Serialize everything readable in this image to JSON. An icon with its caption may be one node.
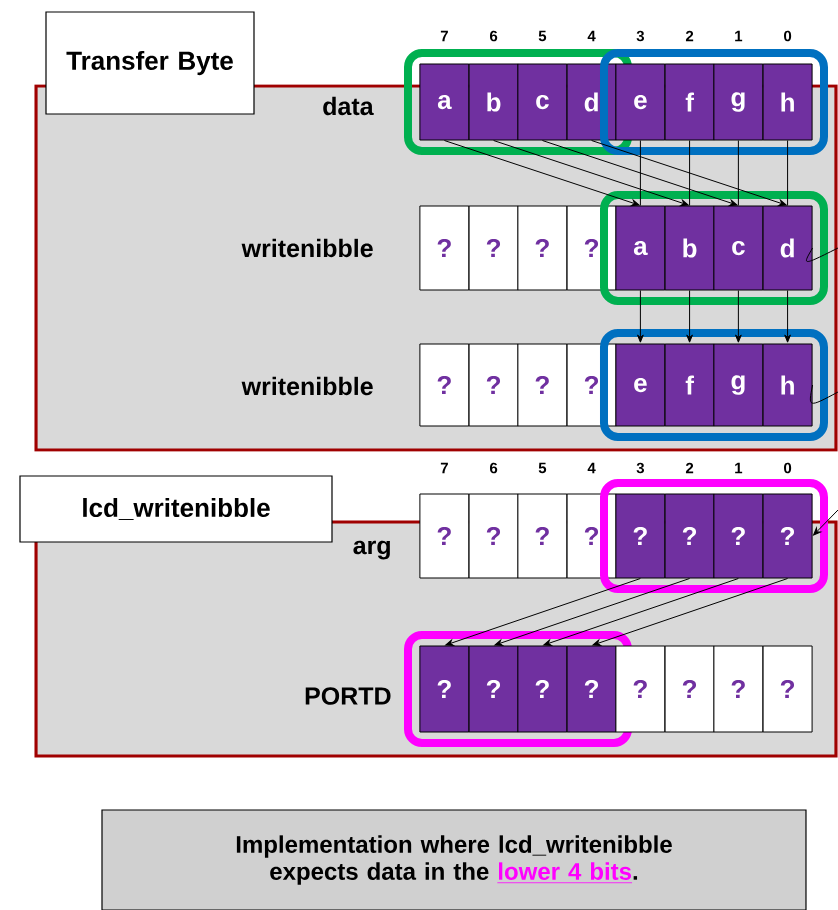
{
  "diagram": {
    "nodes": [
      {
        "text": [
          "Transfer Byte"
        ]
      },
      {
        "text": [],
        "shape": "box"
      },
      {
        "text": [
          "a"
        ],
        "in": 1
      },
      {
        "text": [
          "b"
        ],
        "in": 1
      },
      {
        "text": [
          "c"
        ],
        "in": 1
      },
      {
        "text": [
          "d"
        ],
        "in": 1
      },
      {
        "text": [],
        "shape": "box"
      },
      {
        "text": [
          "e"
        ],
        "in": 6
      },
      {
        "text": [
          "f"
        ],
        "in": 6
      },
      {
        "text": [
          "g"
        ],
        "in": 6
      },
      {
        "text": [
          "h"
        ],
        "in": 6
      },
      {
        "text": [
          "?"
        ],
        "in": 0
      },
      {
        "text": [
          "?"
        ],
        "in": 0
      },
      {
        "text": [
          "?"
        ],
        "in": 0
      },
      {
        "text": [
          "?"
        ],
        "in": 0
      },
      {
        "text": [],
        "shape": "box",
        "in": 0
      },
      {
        "text": [
          "a"
        ],
        "in": 15
      },
      {
        "text": [
          "b"
        ],
        "in": 15
      },
      {
        "text": [
          "c"
        ],
        "in": 15
      },
      {
        "text": [
          "d"
        ],
        "in": 15
      },
      {
        "text": [
          "?"
        ],
        "in": 0
      },
      {
        "text": [
          "?"
        ],
        "in": 0
      },
      {
        "text": [
          "?"
        ],
        "in": 0
      },
      {
        "text": [
          "?"
        ],
        "in": 0
      },
      {
        "text": [],
        "shape": "box",
        "in": 0
      },
      {
        "text": [
          "e"
        ],
        "in": 24
      },
      {
        "text": [
          "f"
        ],
        "in": 24
      },
      {
        "text": [
          "g"
        ],
        "in": 24
      },
      {
        "text": [
          "h"
        ],
        "in": 24
      },
      {
        "text": [
          "lcd_writenibble"
        ]
      },
      {
        "text": [
          "?"
        ]
      },
      {
        "text": [
          "?"
        ]
      },
      {
        "text": [
          "?"
        ]
      },
      {
        "text": [
          "?"
        ]
      },
      {
        "text": [],
        "shape": "box"
      },
      {
        "text": [
          "?"
        ],
        "in": 34
      },
      {
        "text": [
          "?"
        ],
        "in": 34
      },
      {
        "text": [
          "?"
        ],
        "in": 34
      },
      {
        "text": [
          "?"
        ],
        "in": 34
      },
      {
        "text": [],
        "shape": "box",
        "in": 29
      },
      {
        "text": [
          "?"
        ],
        "in": 39
      },
      {
        "text": [
          "?"
        ],
        "in": 39
      },
      {
        "text": [
          "?"
        ],
        "in": 39
      },
      {
        "text": [
          "?"
        ],
        "in": 39
      },
      {
        "text": [
          "?"
        ],
        "in": 29
      },
      {
        "text": [
          "?"
        ],
        "in": 29
      },
      {
        "text": [
          "?"
        ],
        "in": 29
      },
      {
        "text": [
          "?"
        ],
        "in": 29
      },
      {
        "text": [
          "Implementation where lcd_writenibble expects data in the",
          "lower 4 bits",
          "."
        ]
      }
    ],
    "edges": [
      {
        "from": 2,
        "to": 16,
        "arrow": "to"
      },
      {
        "from": 3,
        "to": 17,
        "arrow": "to"
      },
      {
        "from": 4,
        "to": 18,
        "arrow": "to"
      },
      {
        "from": 5,
        "to": 19,
        "arrow": "to"
      },
      {
        "from": 7,
        "to": 16,
        "arrow": "none"
      },
      {
        "from": 8,
        "to": 17,
        "arrow": "none"
      },
      {
        "from": 9,
        "to": 18,
        "arrow": "none"
      },
      {
        "from": 10,
        "to": 19,
        "arrow": "none"
      },
      {
        "from": 16,
        "to": 25,
        "arrow": "to"
      },
      {
        "from": 17,
        "to": 26,
        "arrow": "to"
      },
      {
        "from": 18,
        "to": 27,
        "arrow": "to"
      },
      {
        "from": 19,
        "to": 28,
        "arrow": "to"
      },
      {
        "from": 19,
        "to": null,
        "arrow": "none"
      },
      {
        "from": 28,
        "to": null,
        "arrow": "none"
      },
      {
        "from": null,
        "to": 38,
        "arrow": "to"
      },
      {
        "from": 35,
        "to": 40,
        "arrow": "to"
      },
      {
        "from": 36,
        "to": 41,
        "arrow": "to"
      },
      {
        "from": 37,
        "to": 42,
        "arrow": "to"
      },
      {
        "from": 38,
        "to": 43,
        "arrow": "to"
      }
    ],
    "labels": [
      "7",
      "6",
      "5",
      "4",
      "3",
      "2",
      "1",
      "0",
      "data",
      "writenibble",
      "writenibble",
      "7",
      "6",
      "5",
      "4",
      "3",
      "2",
      "1",
      "0",
      "arg",
      "PORTD"
    ]
  }
}
